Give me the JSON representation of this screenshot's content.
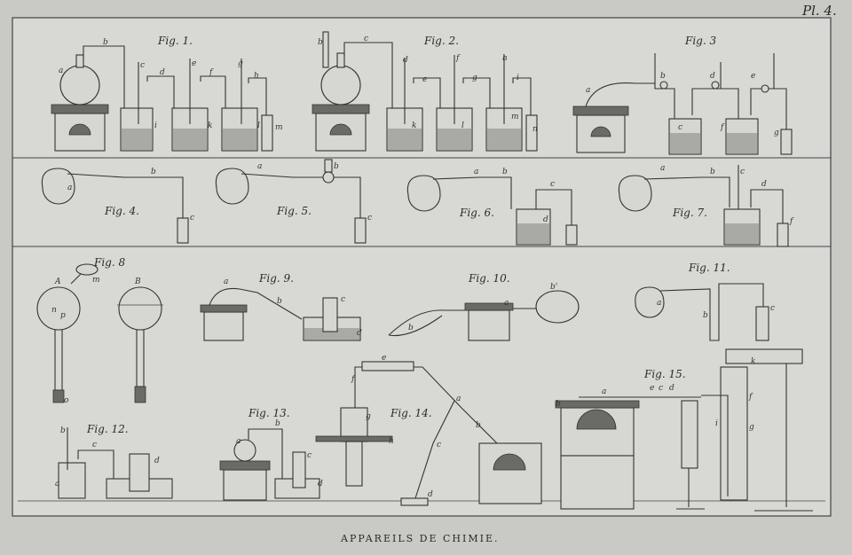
{
  "plate": {
    "number": "Pl. 4.",
    "caption": "APPAREILS DE CHIMIE."
  },
  "figures": [
    {
      "id": "fig1",
      "label": "Fig. 1.",
      "letters": [
        "a",
        "b",
        "c",
        "d",
        "e",
        "f",
        "g",
        "h",
        "i",
        "k",
        "l",
        "m"
      ]
    },
    {
      "id": "fig2",
      "label": "Fig. 2.",
      "letters": [
        "b",
        "c",
        "d",
        "e",
        "f",
        "g",
        "h",
        "i",
        "k",
        "l",
        "m",
        "n"
      ]
    },
    {
      "id": "fig3",
      "label": "Fig. 3",
      "letters": [
        "a",
        "b",
        "c",
        "d",
        "e",
        "f",
        "g"
      ]
    },
    {
      "id": "fig4",
      "label": "Fig. 4.",
      "letters": [
        "a",
        "b",
        "c"
      ]
    },
    {
      "id": "fig5",
      "label": "Fig. 5.",
      "letters": [
        "a",
        "b",
        "c"
      ]
    },
    {
      "id": "fig6",
      "label": "Fig. 6.",
      "letters": [
        "a",
        "b",
        "c",
        "d"
      ]
    },
    {
      "id": "fig7",
      "label": "Fig. 7.",
      "letters": [
        "a",
        "b",
        "c",
        "d",
        "f"
      ]
    },
    {
      "id": "fig8",
      "label": "Fig. 8",
      "letters": [
        "A",
        "B",
        "m",
        "n",
        "p",
        "o"
      ]
    },
    {
      "id": "fig9",
      "label": "Fig. 9.",
      "letters": [
        "a",
        "b",
        "c",
        "d"
      ]
    },
    {
      "id": "fig10",
      "label": "Fig. 10.",
      "letters": [
        "a",
        "b",
        "b'"
      ]
    },
    {
      "id": "fig11",
      "label": "Fig. 11.",
      "letters": [
        "a",
        "b",
        "c"
      ]
    },
    {
      "id": "fig12",
      "label": "Fig. 12.",
      "letters": [
        "a",
        "b",
        "c",
        "d"
      ]
    },
    {
      "id": "fig13",
      "label": "Fig. 13.",
      "letters": [
        "a",
        "b",
        "c",
        "d"
      ]
    },
    {
      "id": "fig14",
      "label": "Fig. 14.",
      "letters": [
        "a",
        "b",
        "c",
        "d",
        "e",
        "f",
        "g",
        "h"
      ]
    },
    {
      "id": "fig15",
      "label": "Fig. 15.",
      "letters": [
        "a",
        "b",
        "c",
        "d",
        "e",
        "f",
        "g",
        "i",
        "k"
      ]
    }
  ]
}
